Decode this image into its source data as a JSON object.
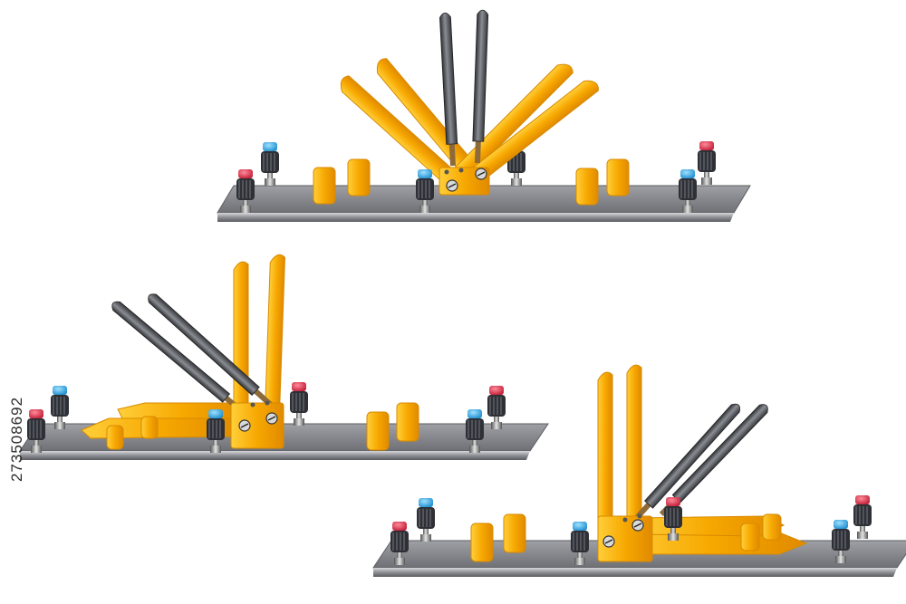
{
  "stock_id": "273508692",
  "colors": {
    "base_plate": "#8a8a8f",
    "blade": "#f7a800",
    "blade_light": "#ffd44a",
    "handle": "#4a4d52",
    "cap_red": "#d8324a",
    "cap_blue": "#2fa8e0",
    "terminal": "#2e3036"
  },
  "switches": [
    {
      "name": "switch-top",
      "state": "blades-open-both-sides"
    },
    {
      "name": "switch-left",
      "state": "blades-closed-left"
    },
    {
      "name": "switch-right",
      "state": "blades-closed-right"
    }
  ]
}
